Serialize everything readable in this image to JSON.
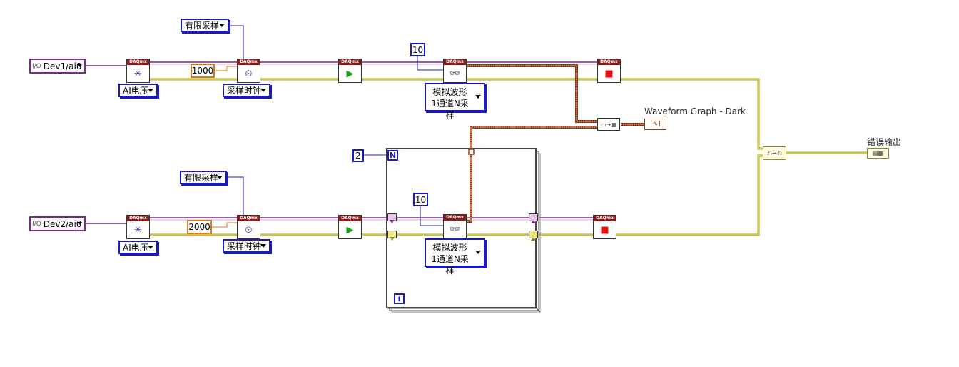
{
  "channels": [
    {
      "name": "Dev1/ai0",
      "io": "I/O"
    },
    {
      "name": "Dev2/ai0",
      "io": "I/O"
    }
  ],
  "rings": {
    "ai_voltage": "AI电压",
    "sample_clock": "采样时钟",
    "finite_samples": "有限采样",
    "read_line1": "模拟波形",
    "read_line2": "1通道N采样"
  },
  "constants": {
    "rate1": "1000",
    "rate2": "2000",
    "samples1": "10",
    "samples2": "10",
    "loop_count": "2"
  },
  "vi_title": "DAQmx",
  "loop": {
    "count_terminal": "N",
    "iteration_terminal": "i"
  },
  "indicators": {
    "graph_label": "Waveform Graph - Dark",
    "error_label": "错误输出"
  },
  "colors": {
    "task_wire": "#7a2a8a",
    "error_wire": "#a8a020",
    "data_wire": "#8b3a1a",
    "constant_border": "#1b1bb5",
    "numeric_border": "#e07a18",
    "vi_header": "#8b1a1a"
  }
}
